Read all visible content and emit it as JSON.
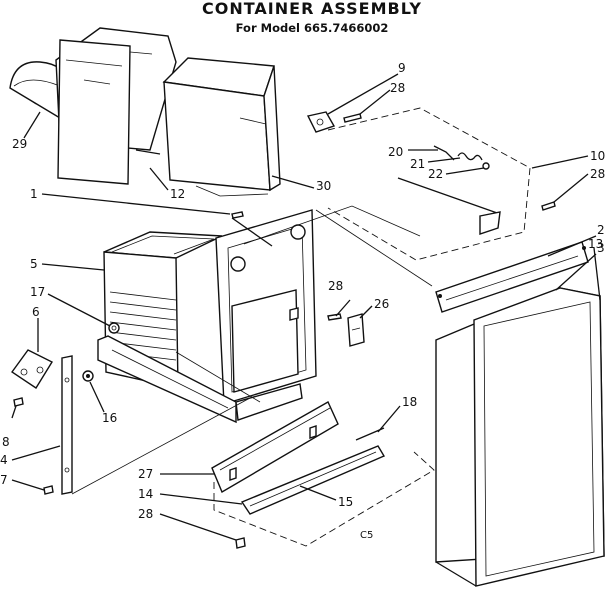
{
  "title": "CONTAINER ASSEMBLY",
  "subtitle": "For Model 665.7466002",
  "diagram_code": "C5",
  "callouts": [
    {
      "id": "1",
      "label": "1"
    },
    {
      "id": "2",
      "label": "2"
    },
    {
      "id": "3",
      "label": "3"
    },
    {
      "id": "4",
      "label": "4"
    },
    {
      "id": "5",
      "label": "5"
    },
    {
      "id": "6",
      "label": "6"
    },
    {
      "id": "7",
      "label": "7"
    },
    {
      "id": "8",
      "label": "8"
    },
    {
      "id": "9",
      "label": "9"
    },
    {
      "id": "10",
      "label": "10"
    },
    {
      "id": "12",
      "label": "12"
    },
    {
      "id": "13",
      "label": "13"
    },
    {
      "id": "14",
      "label": "14"
    },
    {
      "id": "15",
      "label": "15"
    },
    {
      "id": "16",
      "label": "16"
    },
    {
      "id": "17",
      "label": "17"
    },
    {
      "id": "18",
      "label": "18"
    },
    {
      "id": "20",
      "label": "20"
    },
    {
      "id": "21",
      "label": "21"
    },
    {
      "id": "22",
      "label": "22"
    },
    {
      "id": "26",
      "label": "26"
    },
    {
      "id": "27",
      "label": "27"
    },
    {
      "id": "28a",
      "label": "28"
    },
    {
      "id": "28b",
      "label": "28"
    },
    {
      "id": "28c",
      "label": "28"
    },
    {
      "id": "28d",
      "label": "28"
    },
    {
      "id": "29",
      "label": "29"
    },
    {
      "id": "30",
      "label": "30"
    }
  ]
}
